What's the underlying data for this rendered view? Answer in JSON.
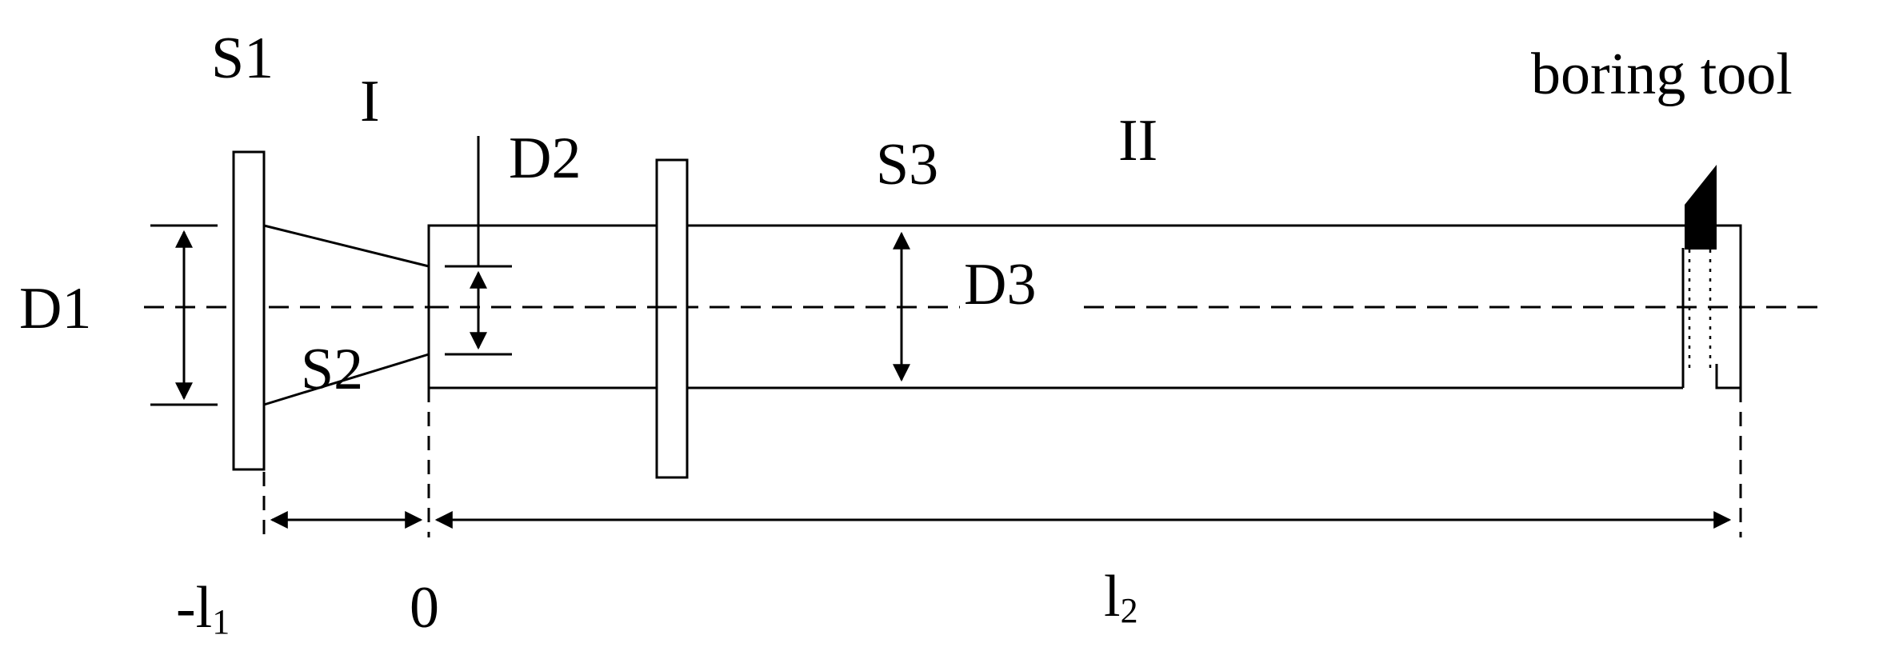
{
  "diagram": {
    "labels": {
      "s1": "S1",
      "s2": "S2",
      "s3": "S3",
      "d1": "D1",
      "d2": "D2",
      "d3": "D3",
      "section_one": "I",
      "section_two": "II",
      "tool": "boring tool",
      "zero": "0",
      "neg_l1_main": "-l",
      "neg_l1_sub": "1",
      "l2_main": "l",
      "l2_sub": "2"
    },
    "colors": {
      "stroke": "#000000",
      "tool_fill": "#000000",
      "background": "#ffffff"
    }
  }
}
